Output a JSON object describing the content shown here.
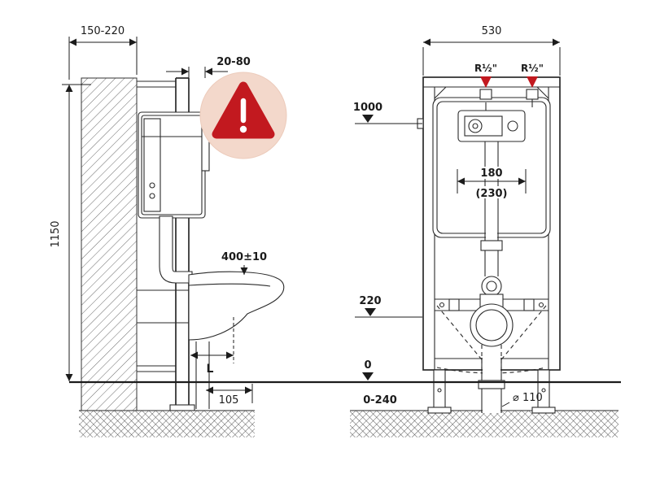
{
  "colors": {
    "line": "#2a2a2a",
    "accent_red": "#c2191f",
    "warning_bubble_pink": "#f3d8cb",
    "background": "#ffffff"
  },
  "left_view": {
    "wall_depth": "150-220",
    "top_gap": "20-80",
    "frame_height": "1150",
    "bowl_height": "400±10",
    "l_label": "L",
    "bottom_offset": "105"
  },
  "right_view": {
    "frame_width": "530",
    "supply_left": "R½\"",
    "supply_right": "R½\"",
    "level_1000": "1000",
    "spacing": "180",
    "spacing_alt": "(230)",
    "level_220": "220",
    "level_0": "0",
    "floor_range": "0-240",
    "outlet_diameter": "⌀ 110"
  }
}
